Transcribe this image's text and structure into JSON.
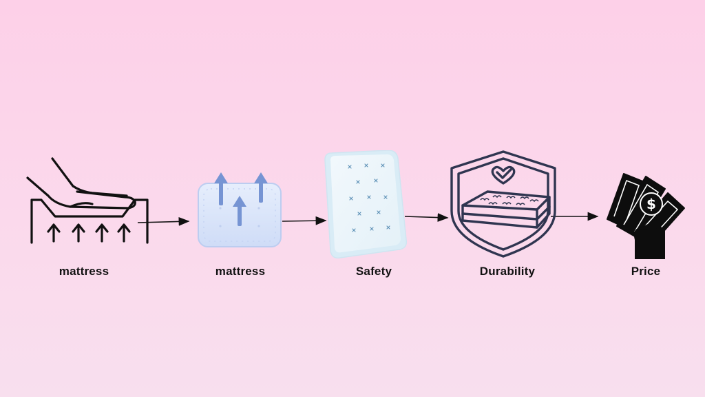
{
  "steps": [
    {
      "label": "mattress",
      "icon": "hand-pressing-mattress-icon"
    },
    {
      "label": "mattress",
      "icon": "breathable-mattress-icon"
    },
    {
      "label": "Safety",
      "icon": "mattress-panel-icon"
    },
    {
      "label": "Durability",
      "icon": "shield-mattress-icon"
    },
    {
      "label": "Price",
      "icon": "hand-holding-money-icon"
    }
  ],
  "colors": {
    "background_top": "#fdd0e8",
    "background_bottom": "#f8dfee",
    "line": "#111111",
    "arrow_blue": "#6f8fcf",
    "mattress_blue": "#dbe6fb",
    "shield": "#2f3550"
  }
}
